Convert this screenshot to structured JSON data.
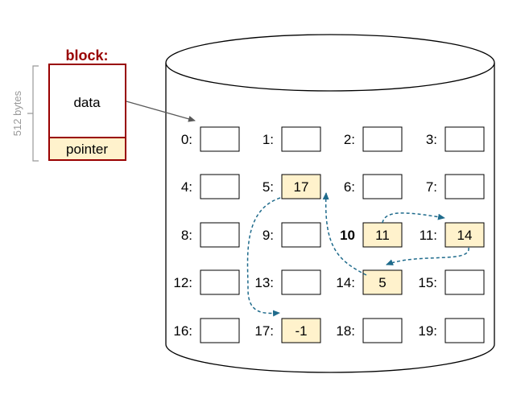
{
  "colors": {
    "accent": "#990000",
    "highlight_fill": "#fff2cc",
    "arrow": "#1f6b8c",
    "bracket": "#999999",
    "outline": "#000000"
  },
  "block": {
    "title": "block:",
    "data_label": "data",
    "pointer_label": "pointer",
    "size_label": "512 bytes"
  },
  "disk": {
    "slots": [
      {
        "index": "0:",
        "value": "",
        "highlighted": false,
        "accent": false
      },
      {
        "index": "1:",
        "value": "",
        "highlighted": false,
        "accent": false
      },
      {
        "index": "2:",
        "value": "",
        "highlighted": false,
        "accent": false
      },
      {
        "index": "3:",
        "value": "",
        "highlighted": false,
        "accent": false
      },
      {
        "index": "4:",
        "value": "",
        "highlighted": false,
        "accent": false
      },
      {
        "index": "5:",
        "value": "17",
        "highlighted": true,
        "accent": false
      },
      {
        "index": "6:",
        "value": "",
        "highlighted": false,
        "accent": false
      },
      {
        "index": "7:",
        "value": "",
        "highlighted": false,
        "accent": false
      },
      {
        "index": "8:",
        "value": "",
        "highlighted": false,
        "accent": false
      },
      {
        "index": "9:",
        "value": "",
        "highlighted": false,
        "accent": false
      },
      {
        "index": "10",
        "value": "11",
        "highlighted": true,
        "accent": true
      },
      {
        "index": "11:",
        "value": "14",
        "highlighted": true,
        "accent": false
      },
      {
        "index": "12:",
        "value": "",
        "highlighted": false,
        "accent": false
      },
      {
        "index": "13:",
        "value": "",
        "highlighted": false,
        "accent": false
      },
      {
        "index": "14:",
        "value": "5",
        "highlighted": true,
        "accent": false
      },
      {
        "index": "15:",
        "value": "",
        "highlighted": false,
        "accent": false
      },
      {
        "index": "16:",
        "value": "",
        "highlighted": false,
        "accent": false
      },
      {
        "index": "17:",
        "value": "-1",
        "highlighted": true,
        "accent": false
      },
      {
        "index": "18:",
        "value": "",
        "highlighted": false,
        "accent": false
      },
      {
        "index": "19:",
        "value": "",
        "highlighted": false,
        "accent": false
      }
    ],
    "chain": [
      10,
      11,
      14,
      5,
      17
    ]
  }
}
